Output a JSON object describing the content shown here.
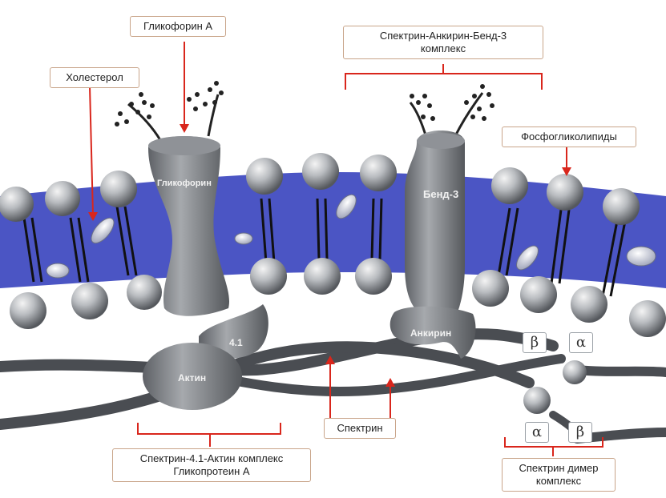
{
  "labels": {
    "glycophorin_a": "Гликофорин А",
    "spectrin_ankyrin_complex_line1": "Спектрин-Анкирин-Бенд-3",
    "spectrin_ankyrin_complex_line2": "комплекс",
    "cholesterol": "Холестерол",
    "phosphoglycolipids": "Фосфогликолипиды",
    "spectrin": "Спектрин",
    "spectrin_actin_complex_line1": "Спектрин-4.1-Актин комплекс",
    "spectrin_actin_complex_line2": "Гликопротеин А",
    "spectrin_dimer_line1": "Спектрин димер",
    "spectrin_dimer_line2": "комплекс"
  },
  "protein_labels": {
    "glycophorin": "Гликофорин",
    "band3": "Бенд-3",
    "protein_41": "4.1",
    "actin": "Актин",
    "ankyrin": "Анкирин"
  },
  "greek": {
    "beta_top": "β",
    "alpha_top": "α",
    "alpha_bottom": "α",
    "beta_bottom": "β"
  },
  "colors": {
    "membrane": "#4b55c4",
    "protein": "#8a8d92",
    "lipid_head": "#b8bbbf",
    "spectrin_strand": "#4a4d52",
    "callout_line": "#d9261c"
  }
}
